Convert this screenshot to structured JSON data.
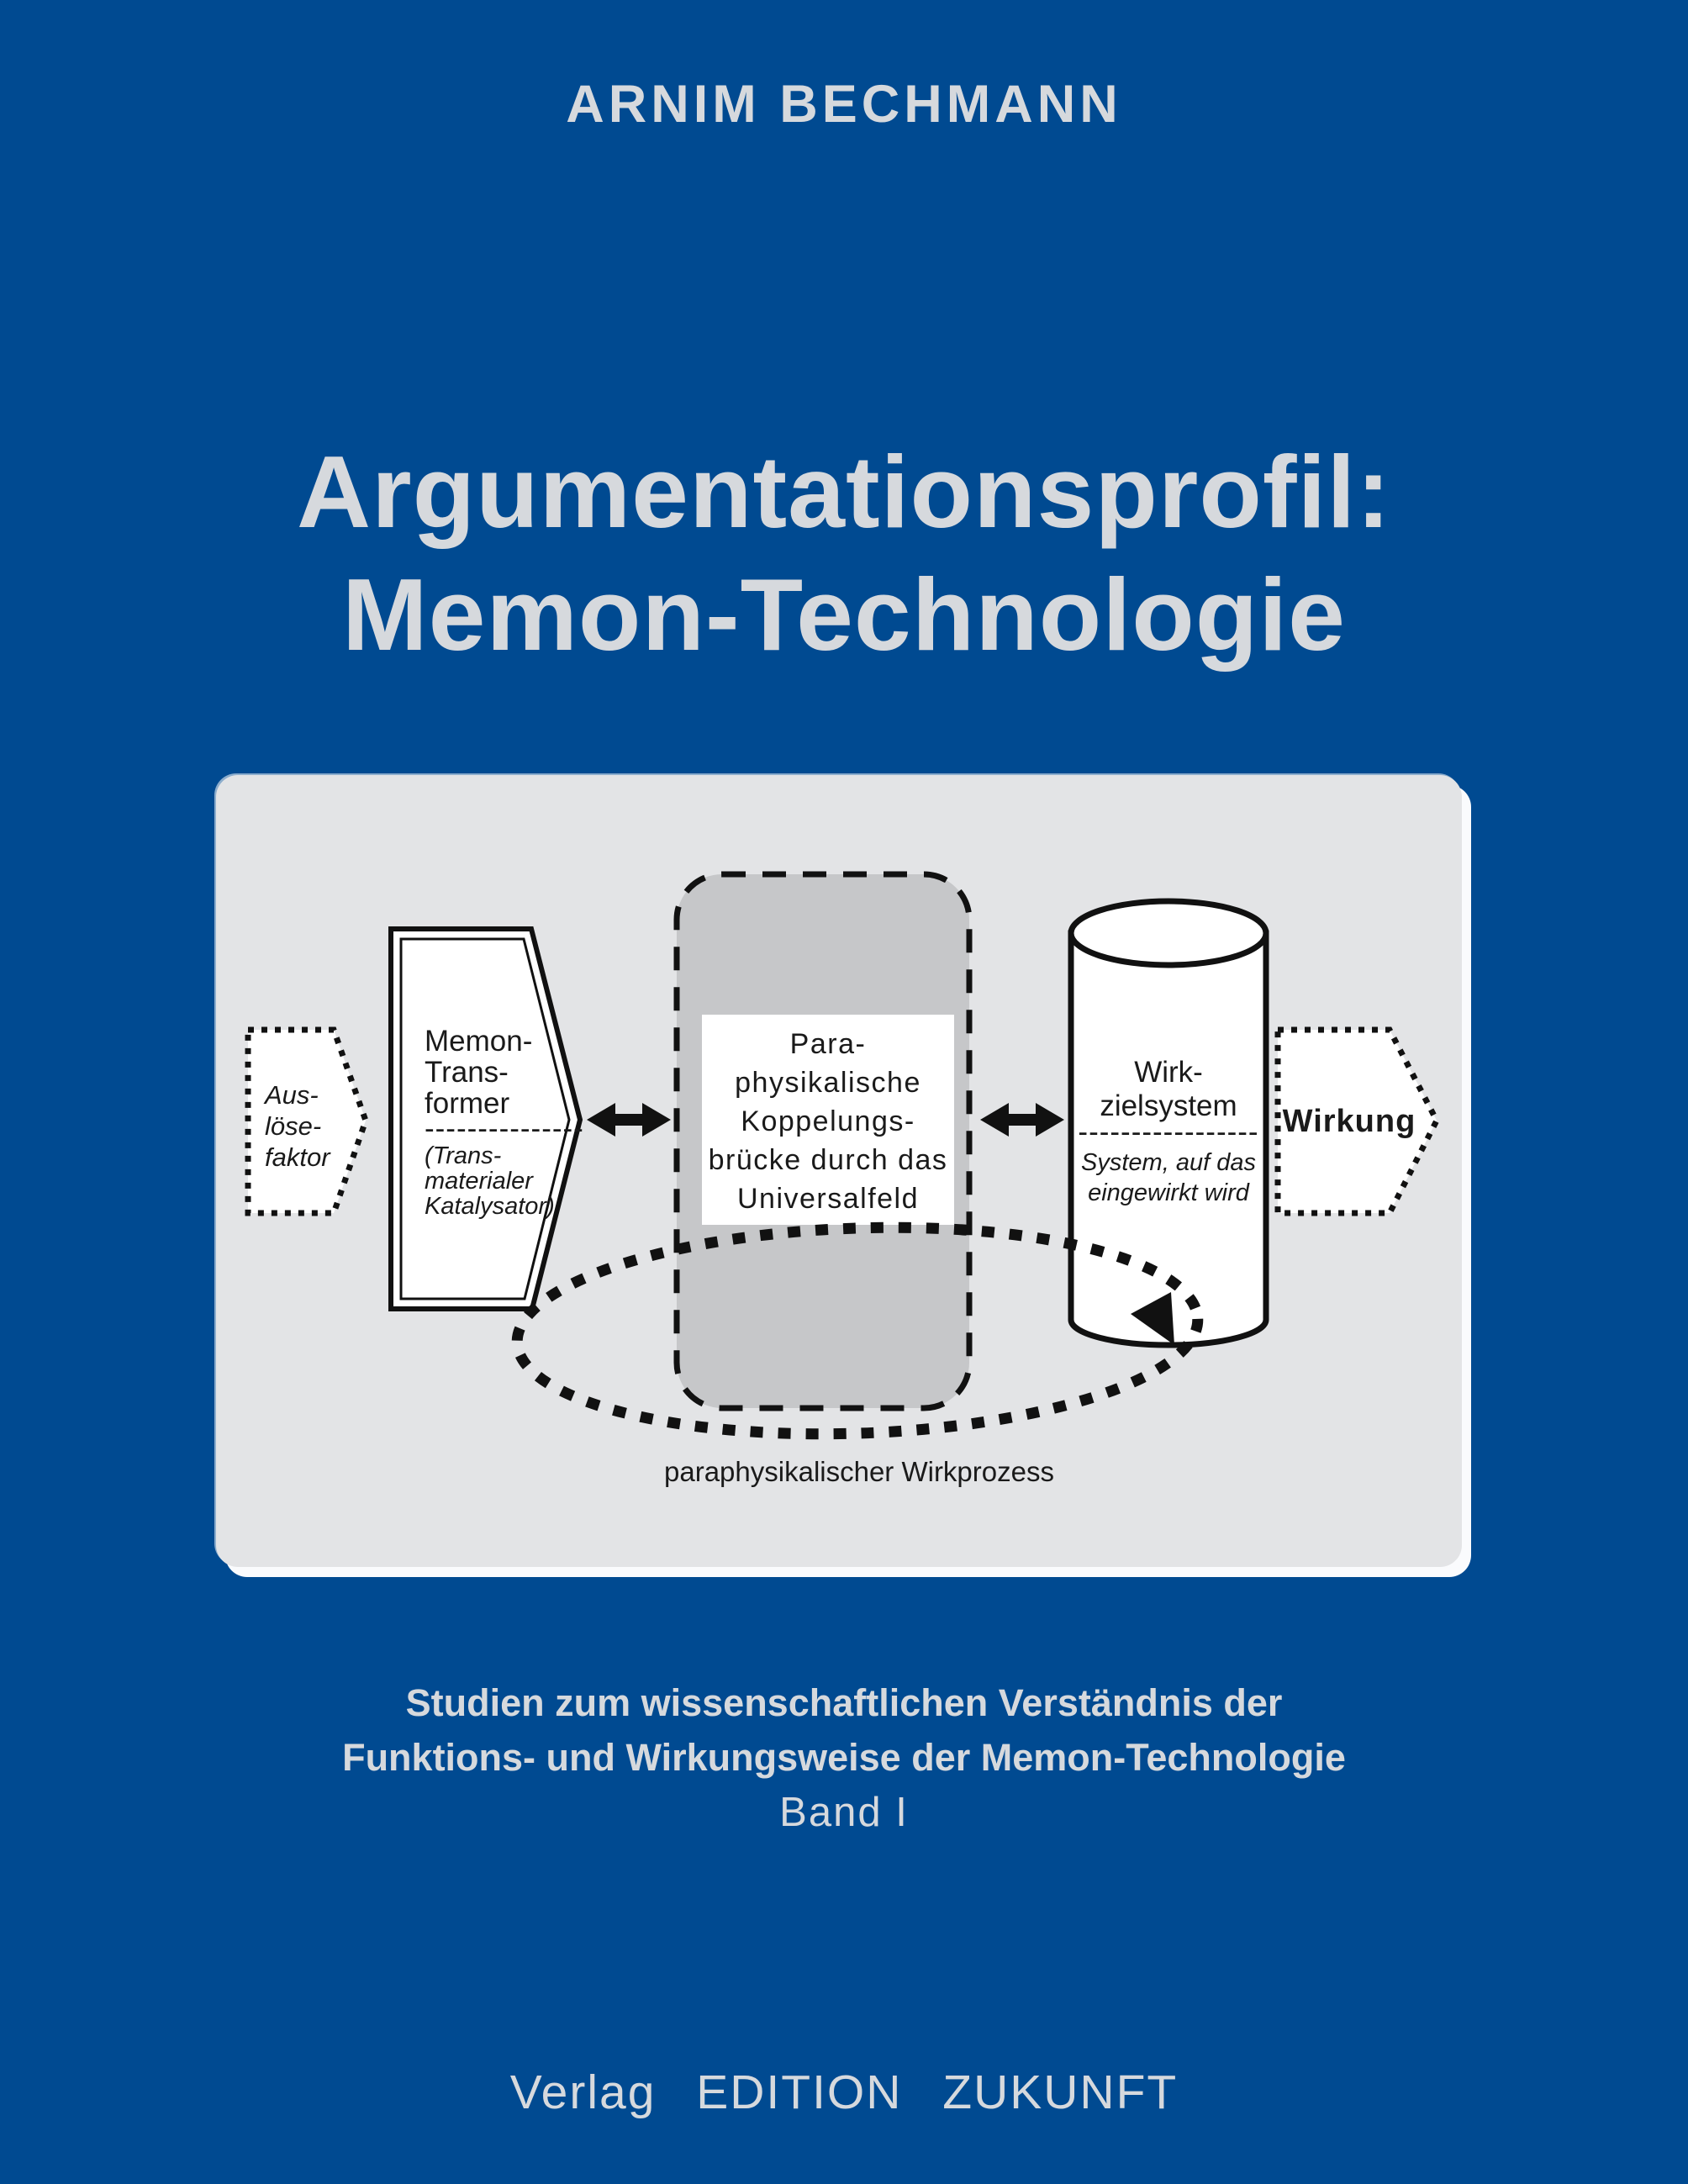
{
  "cover": {
    "author": "ARNIM BECHMANN",
    "title_line1": "Argumentationsprofil:",
    "title_line2": "Memon-Technologie",
    "subtitle_line1": "Studien zum wissenschaftlichen Verständnis der",
    "subtitle_line2": "Funktions- und Wirkungsweise der Memon-Technologie",
    "volume": "Band I",
    "publisher": "Verlag EDITION ZUKUNFT"
  },
  "diagram": {
    "ausloesefaktor": {
      "line1": "Aus-",
      "line2": "löse-",
      "line3": "faktor"
    },
    "memon_transformer": {
      "line1": "Memon-",
      "line2": "Trans-",
      "line3": "former",
      "separator": "---------------",
      "sub1": "(Trans-",
      "sub2": "materialer",
      "sub3": "Katalysator)"
    },
    "koppelungsbruecke": {
      "line1": "Para-",
      "line2": "physikalische",
      "line3": "Koppelungs-",
      "line4": "brücke durch das",
      "line5": "Universalfeld"
    },
    "wirkzielsystem": {
      "line1": "Wirk-",
      "line2": "zielsystem",
      "separator": "-----------------",
      "sub1": "System, auf das",
      "sub2": "eingewirkt wird"
    },
    "wirkung": {
      "label": "Wirkung"
    },
    "process_label": "paraphysikalischer Wirkprozess"
  },
  "colors": {
    "background": "#004a91",
    "light_text": "#d6d9dd",
    "panel_gray": "#e3e4e6",
    "panel_edge": "#fafbfd",
    "box_gray": "#c6c7c9",
    "ink": "#111111",
    "white": "#ffffff"
  }
}
